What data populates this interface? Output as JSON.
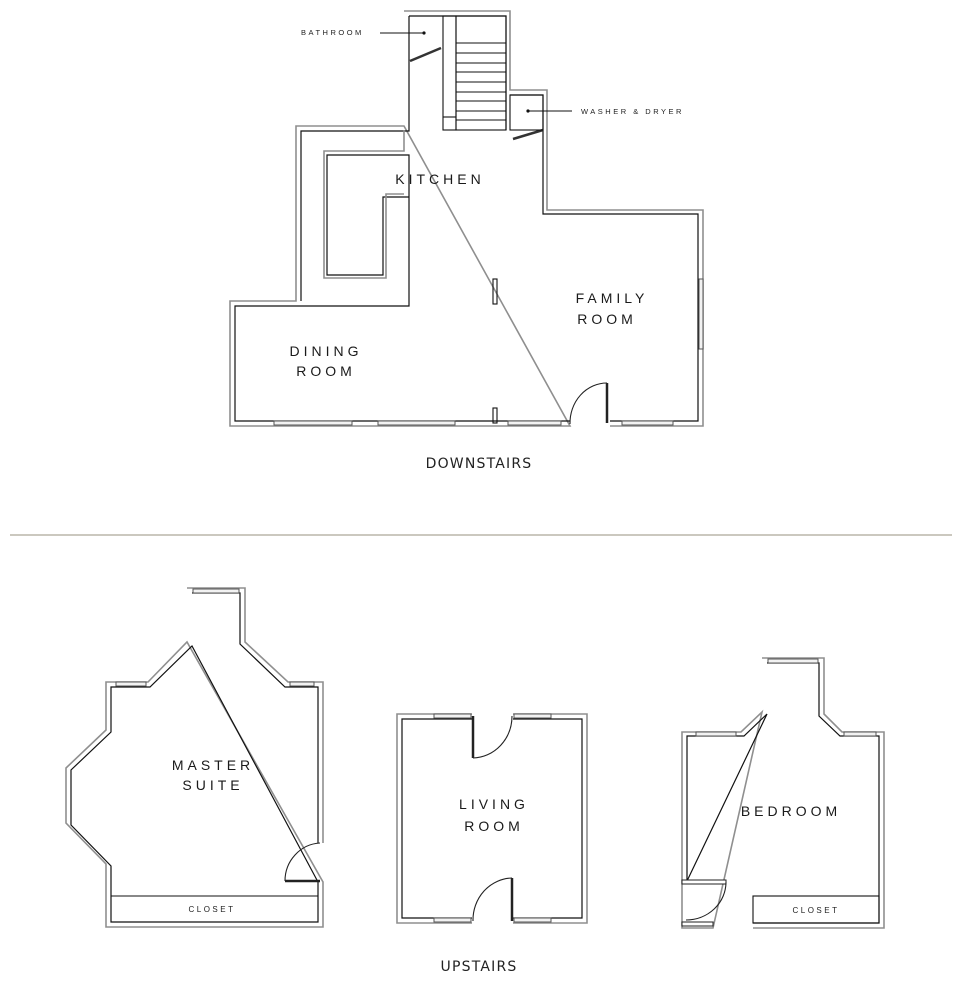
{
  "downstairs": {
    "section_label": "DOWNSTAIRS",
    "rooms": {
      "kitchen": "KITCHEN",
      "family_room_line1": "FAMILY",
      "family_room_line2": "ROOM",
      "dining_room_line1": "DINING",
      "dining_room_line2": "ROOM"
    },
    "callouts": {
      "bathroom": "BATHROOM",
      "washer_dryer": "WASHER & DRYER"
    }
  },
  "upstairs": {
    "section_label": "UPSTAIRS",
    "rooms": {
      "master_suite_line1": "MASTER",
      "master_suite_line2": "SUITE",
      "master_closet": "CLOSET",
      "living_room_line1": "LIVING",
      "living_room_line2": "ROOM",
      "bedroom": "BEDROOM",
      "bedroom_closet": "CLOSET"
    }
  },
  "colors": {
    "wall": "#111111",
    "wall_shadow": "#8f8f8f",
    "divider": "#cbc8bf",
    "background": "#ffffff"
  }
}
